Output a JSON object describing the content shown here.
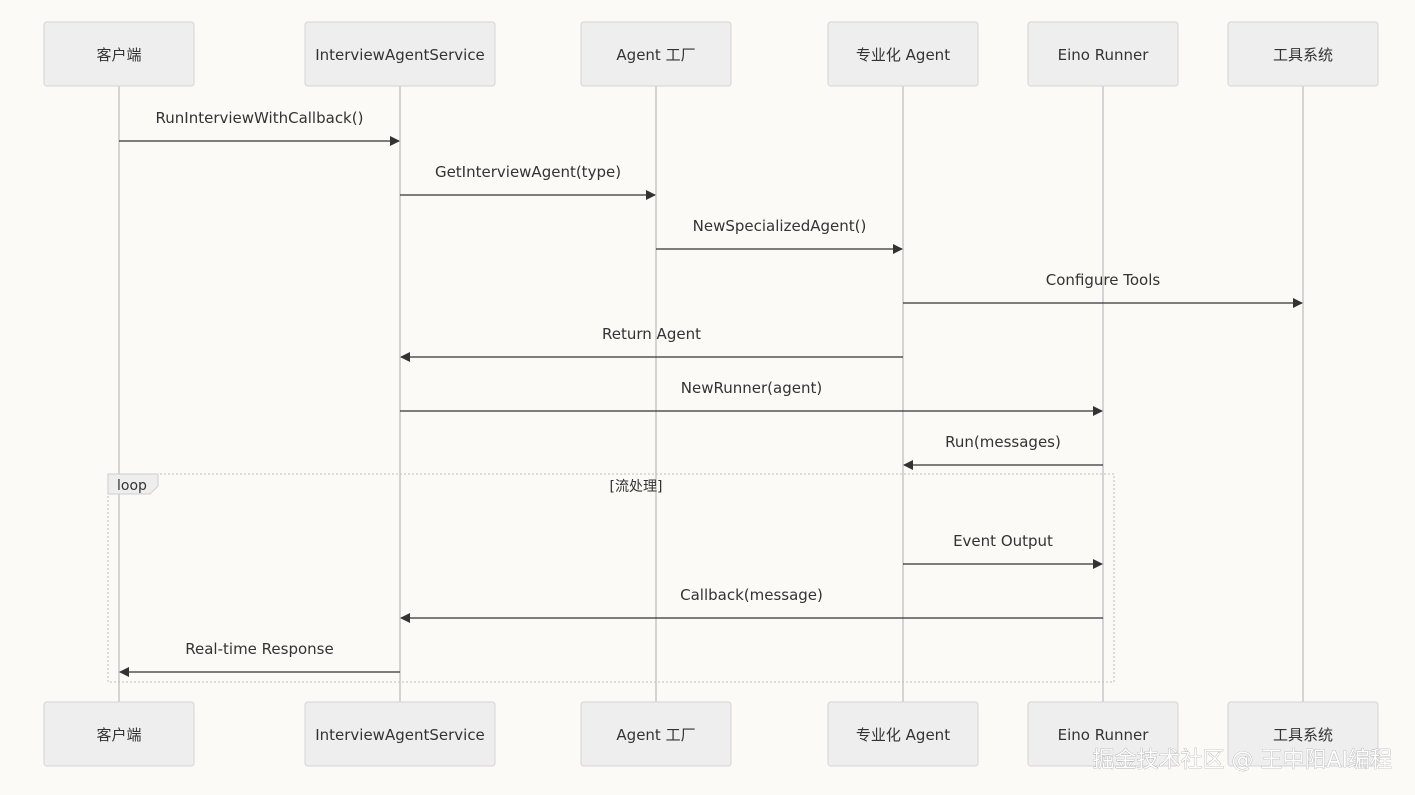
{
  "actors": [
    {
      "id": "client",
      "label": "客户端"
    },
    {
      "id": "service",
      "label": "InterviewAgentService"
    },
    {
      "id": "factory",
      "label": "Agent 工厂"
    },
    {
      "id": "specialized",
      "label": "专业化 Agent"
    },
    {
      "id": "runner",
      "label": "Eino Runner"
    },
    {
      "id": "tools",
      "label": "工具系统"
    }
  ],
  "messages": [
    {
      "from": "client",
      "to": "service",
      "label": "RunInterviewWithCallback()"
    },
    {
      "from": "service",
      "to": "factory",
      "label": "GetInterviewAgent(type)"
    },
    {
      "from": "factory",
      "to": "specialized",
      "label": "NewSpecializedAgent()"
    },
    {
      "from": "specialized",
      "to": "tools",
      "label": "Configure Tools"
    },
    {
      "from": "specialized",
      "to": "service",
      "label": "Return Agent"
    },
    {
      "from": "service",
      "to": "runner",
      "label": "NewRunner(agent)"
    },
    {
      "from": "runner",
      "to": "specialized",
      "label": "Run(messages)"
    },
    {
      "from": "specialized",
      "to": "runner",
      "label": "Event Output"
    },
    {
      "from": "runner",
      "to": "service",
      "label": "Callback(message)"
    },
    {
      "from": "service",
      "to": "client",
      "label": "Real-time Response"
    }
  ],
  "loop": {
    "tag": "loop",
    "condition": "[流处理]",
    "first_message": 7,
    "last_message": 9
  },
  "watermark": "掘金技术社区 @ 王中阳AI编程",
  "colors": {
    "background": "#fbfaf6",
    "actor_fill": "#eeeeee",
    "actor_stroke": "#d4d4d4",
    "lifeline": "#c8c8c8",
    "arrow": "#333333"
  }
}
